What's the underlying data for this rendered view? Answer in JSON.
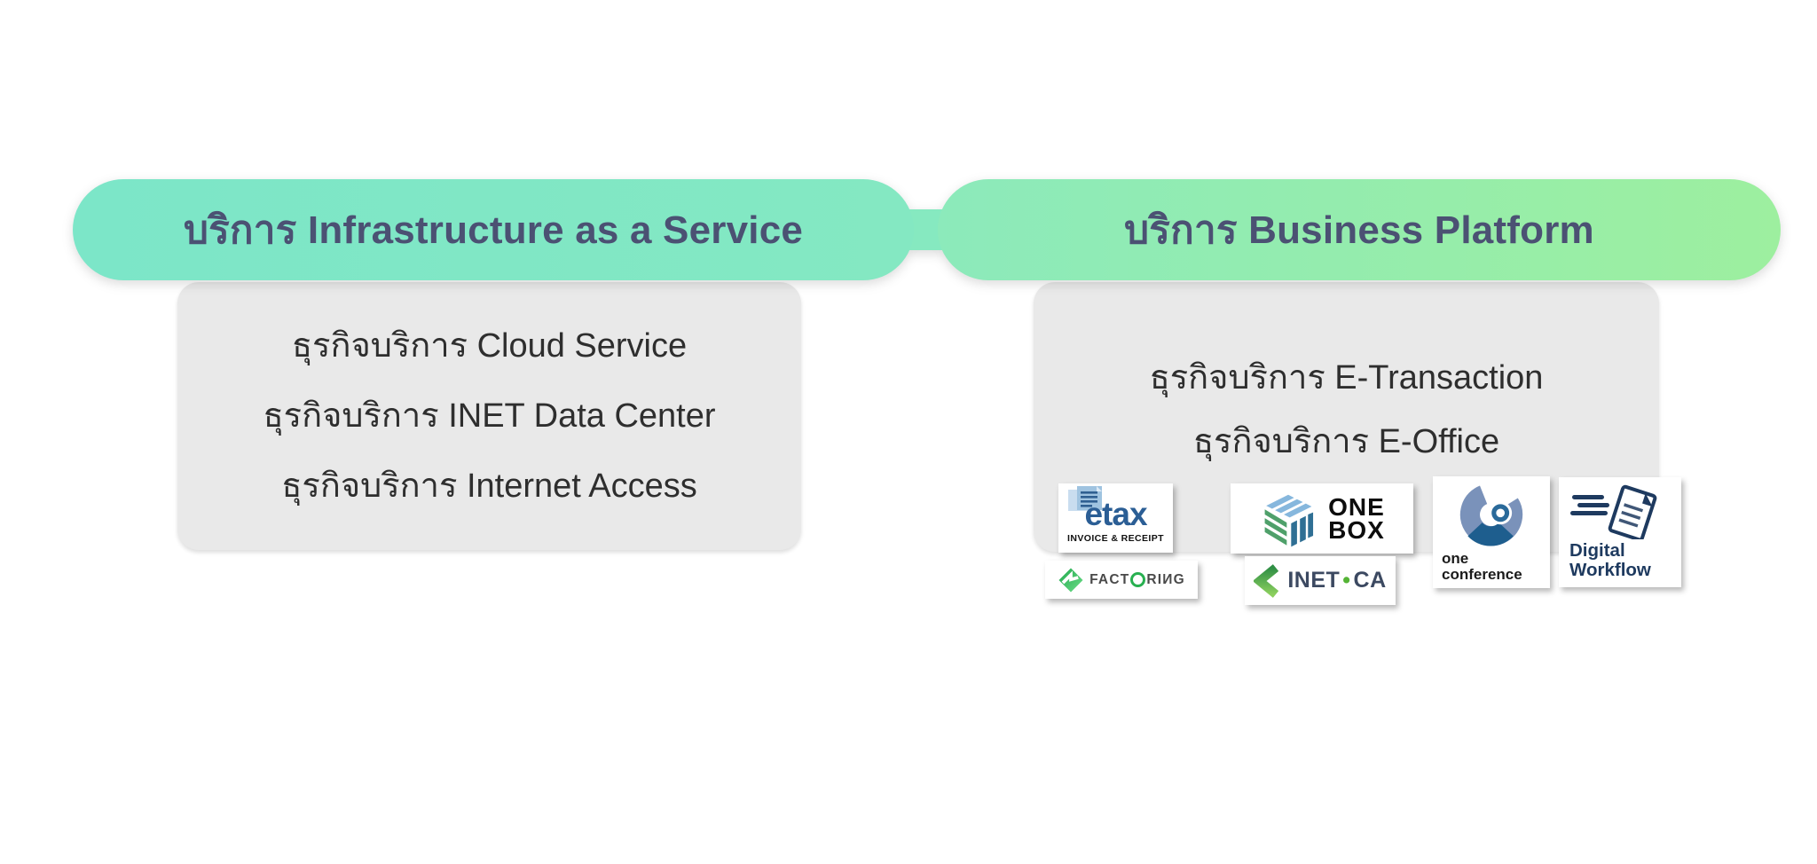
{
  "colors": {
    "ribbon_left": "#7CE6C8",
    "ribbon_right": "#9DEF9F",
    "header_text": "#4B5173",
    "panel_bg": "#E9E9E9",
    "body_text": "#2E2E2E",
    "etax_blue": "#2B5E95",
    "navy": "#1E3A5F",
    "green": "#28B050"
  },
  "left_section": {
    "header": "บริการ Infrastructure as a Service",
    "items": [
      "ธุรกิจบริการ Cloud Service",
      "ธุรกิจบริการ INET Data Center",
      "ธุรกิจบริการ Internet Access"
    ]
  },
  "right_section": {
    "header": "บริการ Business Platform",
    "items": [
      "ธุรกิจบริการ E-Transaction",
      "ธุรกิจบริการ E-Office"
    ],
    "logos": {
      "etax": {
        "brand": "etax",
        "tagline": "INVOICE & RECEIPT"
      },
      "onebox": {
        "line1": "ONE",
        "line2": "BOX"
      },
      "one_conference": {
        "line1": "one",
        "line2": "conference"
      },
      "digital_workflow": {
        "line1": "Digital",
        "line2": "Workflow"
      },
      "factoring": {
        "label": "FACTORING",
        "pre": "FACT",
        "post": "RIИG"
      },
      "inetca": {
        "label": "INET•CA",
        "pre": "INET",
        "dot": "•",
        "post": "CA"
      }
    }
  }
}
